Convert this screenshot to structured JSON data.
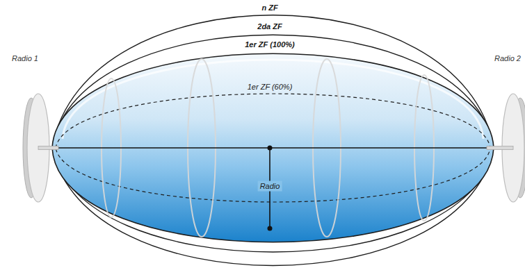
{
  "diagram": {
    "nodes": [
      {
        "text": [
          "Radio 1"
        ]
      },
      {
        "text": [
          "Radio 2"
        ]
      }
    ],
    "edges": [
      {
        "from": 0,
        "to": 1,
        "arrow": "none"
      }
    ],
    "labels": [
      "n ZF",
      "2da ZF",
      "1er ZF (100%)",
      "1er ZF (60%)",
      "Radio"
    ]
  }
}
